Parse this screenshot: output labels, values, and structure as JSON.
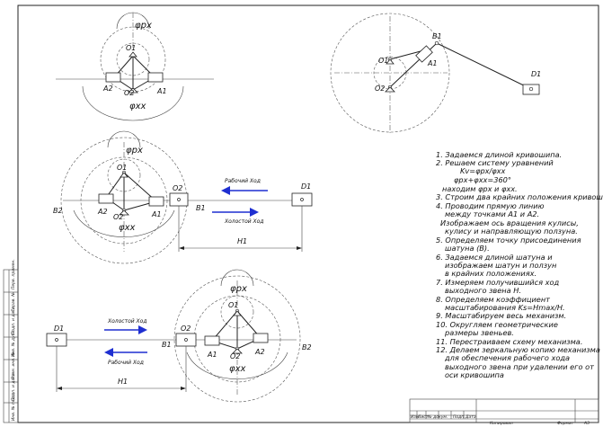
{
  "labels": {
    "o1": "O1",
    "o2": "O2",
    "a1": "A1",
    "a2": "A2",
    "b1": "B1",
    "b2": "B2",
    "d1": "D1",
    "phi_px": "φpx",
    "phi_xx": "φxx",
    "working_stroke": "Рабочий Ход",
    "idle_stroke": "Холостой Ход",
    "h1": "H1"
  },
  "steps": [
    "1. Задаемся длиной кривошипа.",
    "2. Решаем систему уравнений",
    "Kv=φpx/φxx",
    "φpx+φxx=360°",
    "находим φpx и φxx.",
    "3. Строим два крайних положения кривошипа.",
    "4. Проводим прямую линию",
    "между точками A1 и A2.",
    "Изображаем ось вращения кулисы,",
    "кулису и направляющую ползуна.",
    "5. Определяем точку присоединения",
    "шатуна (B).",
    "6. Задаемся длиной шатуна и",
    "изображаем шатун и ползун",
    "в крайних положениях.",
    "7. Измеряем получившийся ход",
    "выходного звена  H.",
    "8. Определяем коэффициент",
    "масштабирования  Ks=Hmax/H.",
    "9. Масштабируем весь механизм.",
    "10. Округляем геометрические",
    "размеры звеньев.",
    "11. Перестраиваем схему механизма.",
    "12. Делаем зеркальную копию механизма",
    "для обеспечения рабочего хода",
    "выходного звена при удалении его от",
    "оси кривошипа"
  ],
  "frame_side": {
    "cells": [
      "Перв. примен.",
      "Справ. №",
      "Подп. и дата",
      "Инв. № дубл.",
      "Взам. инв. №",
      "Подп. и дата",
      "Инв. № подл."
    ]
  },
  "title_block": {
    "cols": [
      "Изм.",
      "Лист",
      "№ докум.",
      "Подп.",
      "Дата"
    ],
    "copied": "Копировал",
    "format_label": "Формат",
    "format_value": "A3"
  }
}
